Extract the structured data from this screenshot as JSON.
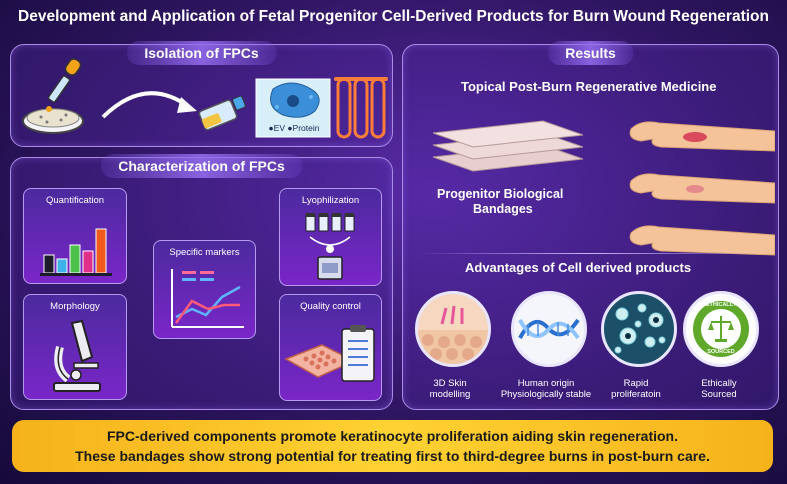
{
  "title": "Development and Application of Fetal Progenitor Cell-Derived Products for Burn Wound Regeneration",
  "isolation": {
    "heading": "Isolation of FPCs",
    "ev_label": "EV",
    "protein_label": "Protein"
  },
  "characterization": {
    "heading": "Characterization of FPCs",
    "cards": {
      "quantification": "Quantification",
      "morphology": "Morphology",
      "specific_markers": "Specific markers",
      "lyophilization": "Lyophilization",
      "quality_control": "Quality control"
    }
  },
  "results": {
    "heading": "Results",
    "subheading": "Topical Post-Burn Regenerative Medicine",
    "bandage_label_line1": "Progenitor Biological",
    "bandage_label_line2": "Bandages",
    "advantages_heading": "Advantages of Cell derived products",
    "advantages": [
      {
        "line1": "3D Skin",
        "line2": "modelling"
      },
      {
        "line1": "Human origin",
        "line2": "Physiologically stable"
      },
      {
        "line1": "Rapid",
        "line2": "proliferatoin"
      },
      {
        "line1": "Ethically",
        "line2": "Sourced"
      }
    ],
    "seal_top": "ETHICALLY",
    "seal_bottom": "SOURCED"
  },
  "banner": {
    "line1": "FPC-derived components promote keratinocyte proliferation aiding skin regeneration.",
    "line2": "These bandages show strong potential for treating first to third-degree burns in post-burn care."
  },
  "colors": {
    "accent": "#a98be8",
    "banner": "#ffd233",
    "card_top": "#4b2a9e",
    "card_bottom": "#7a26c8"
  }
}
